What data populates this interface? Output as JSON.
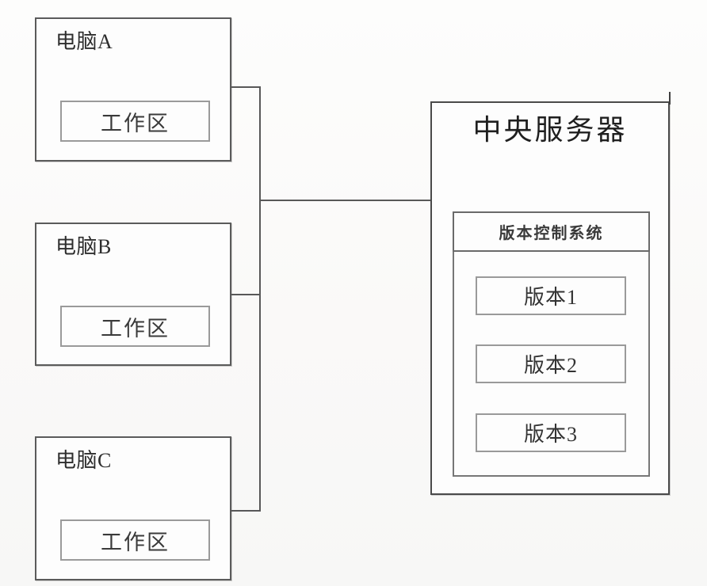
{
  "diagram": {
    "title": "中央服务器",
    "background_color": "#fbfbfa",
    "line_color": "#585858",
    "clients": [
      {
        "id": "computer-a",
        "label": "电脑A",
        "workspace_label": "工作区"
      },
      {
        "id": "computer-b",
        "label": "电脑B",
        "workspace_label": "工作区"
      },
      {
        "id": "computer-c",
        "label": "电脑C",
        "workspace_label": "工作区"
      }
    ],
    "server": {
      "title": "中央服务器",
      "vcs_label": "版本控制系统",
      "versions": [
        {
          "id": "version-1",
          "label": "版本1"
        },
        {
          "id": "version-2",
          "label": "版本2"
        },
        {
          "id": "version-3",
          "label": "版本3"
        }
      ]
    }
  }
}
